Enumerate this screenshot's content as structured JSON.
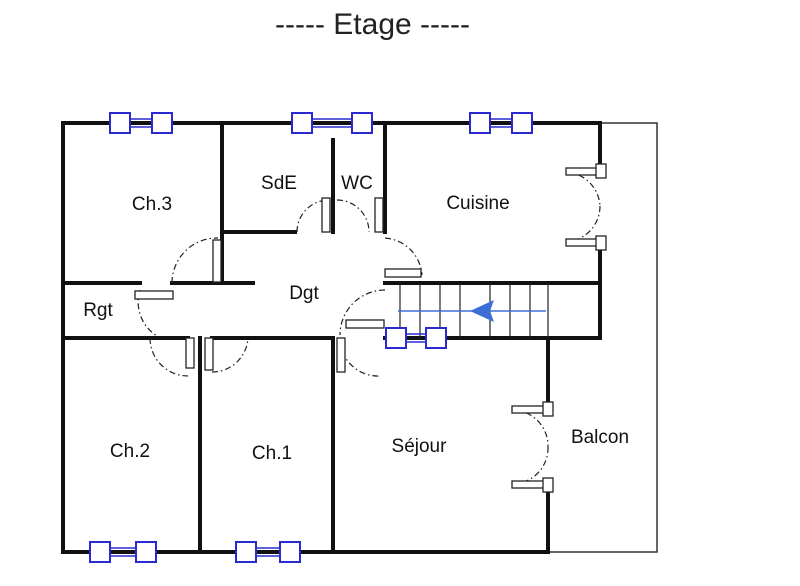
{
  "title": "----- Etage -----",
  "rooms": {
    "ch3": "Ch.3",
    "sde": "SdE",
    "wc": "WC",
    "cuisine": "Cuisine",
    "rgt": "Rgt",
    "dgt": "Dgt",
    "ch2": "Ch.2",
    "ch1": "Ch.1",
    "sejour": "Séjour",
    "balcon": "Balcon"
  },
  "colors": {
    "walls": "#111111",
    "windows": "#2a2ad0",
    "stair_arrow": "#3b6fd6"
  },
  "icons": {
    "stair_direction": "arrow-left-icon"
  }
}
